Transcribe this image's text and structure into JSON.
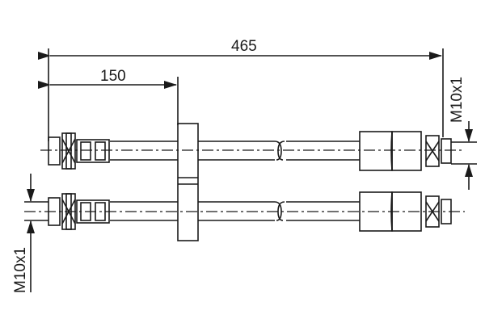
{
  "drawing": {
    "subject": "brake hose pair",
    "dimensions": {
      "overall_length": "465",
      "flange_offset": "150",
      "thread_right": "M10x1",
      "thread_left": "M10x1"
    },
    "colors": {
      "line": "#1a1a1a",
      "background": "#ffffff"
    }
  }
}
